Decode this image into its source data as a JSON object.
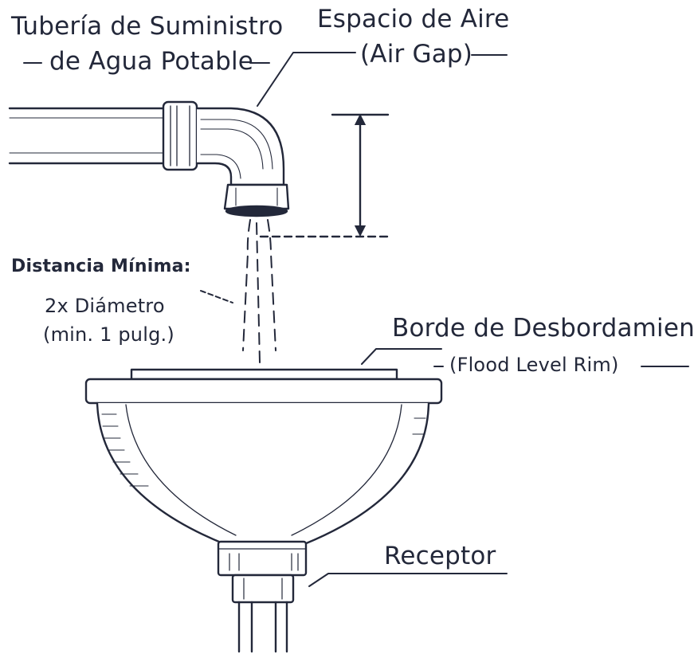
{
  "labels": {
    "supply_pipe_line1": "Tubería de Suministro",
    "supply_pipe_line2": "de Agua Potable",
    "air_gap_title": "Espacio de Aire",
    "air_gap_subtitle": "(Air Gap)",
    "min_distance_title": "Distancia Mínima:",
    "min_distance_value": "2x Diámetro",
    "min_distance_note": "(min. 1 pulg.)",
    "flood_rim_title": "Borde de Desbordamiento",
    "flood_rim_subtitle": "(Flood Level Rim)",
    "receptor": "Receptor"
  },
  "colors": {
    "ink": "#23283a",
    "paper": "#ffffff"
  }
}
